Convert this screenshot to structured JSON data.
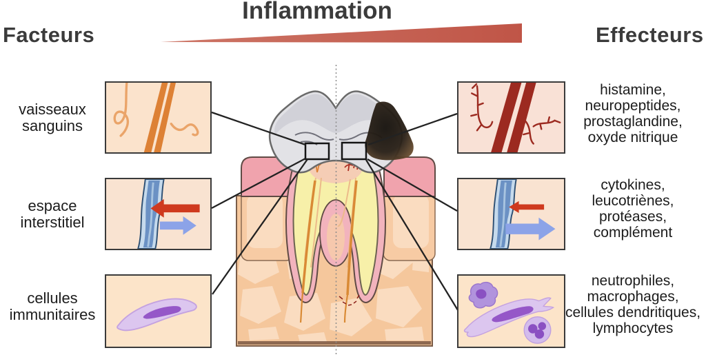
{
  "title": "Inflammation",
  "left_header": "Facteurs",
  "right_header": "Effecteurs",
  "factors": [
    {
      "name": "vaisseaux sanguins",
      "lines": [
        "vaisseaux",
        "sanguins"
      ]
    },
    {
      "name": "espace interstitiel",
      "lines": [
        "espace",
        "interstitiel"
      ]
    },
    {
      "name": "cellules immunitaires",
      "lines": [
        "cellules",
        "immunitaires"
      ]
    }
  ],
  "effectors": [
    {
      "lines": [
        "histamine,",
        "neuropeptides,",
        "prostaglandine,",
        "oxyde nitrique"
      ]
    },
    {
      "lines": [
        "cytokines,",
        "leucotriènes,",
        "protéases,",
        "complément"
      ]
    },
    {
      "lines": [
        "neutrophiles,",
        "macrophages,",
        "cellules dendritiques,",
        "lymphocytes"
      ]
    }
  ],
  "panels": {
    "left": [
      "blood-vessels-normal",
      "interstitial-space-normal",
      "immune-cell-resting"
    ],
    "right": [
      "blood-vessels-inflamed",
      "interstitial-space-inflamed",
      "immune-cells-activated"
    ]
  },
  "colors": {
    "header-text": "#3b3b3b",
    "label-text": "#1c1c1c",
    "panel-border": "#3a3a3a",
    "triangle-light": "#cd7667",
    "triangle-dark": "#c05547",
    "panel-bg-vessels-left": "#fbe3cc",
    "panel-bg-vessels-right": "#f9e1d6",
    "panel-bg-interstitial": "#f9e3d1",
    "panel-bg-cells": "#fce4c9",
    "vessel-orange": "#dd8135",
    "vessel-orange-light": "#eaa469",
    "vessel-darkred": "#9c2a20",
    "venule-blue": "#6b91c4",
    "venule-light": "#c6daec",
    "venule-outline": "#2d4f73",
    "arrow-red": "#cf3a1f",
    "arrow-blue": "#8ca3e8",
    "cell-body": "#dcc6ef",
    "cell-body-dark": "#b193dd",
    "cell-nucleus": "#9557c8",
    "enamel": "#e2e2e6",
    "occlusal": "#cfcfd6",
    "dentin": "#f7f0a9",
    "pulp": "#f5cdb5",
    "gum": "#f0a3ad",
    "ligament": "#f2b3bd",
    "bone": "#f5c79c",
    "bone-light": "#fadcc0",
    "bone-side": "#f7cba4",
    "line": "#222222"
  }
}
